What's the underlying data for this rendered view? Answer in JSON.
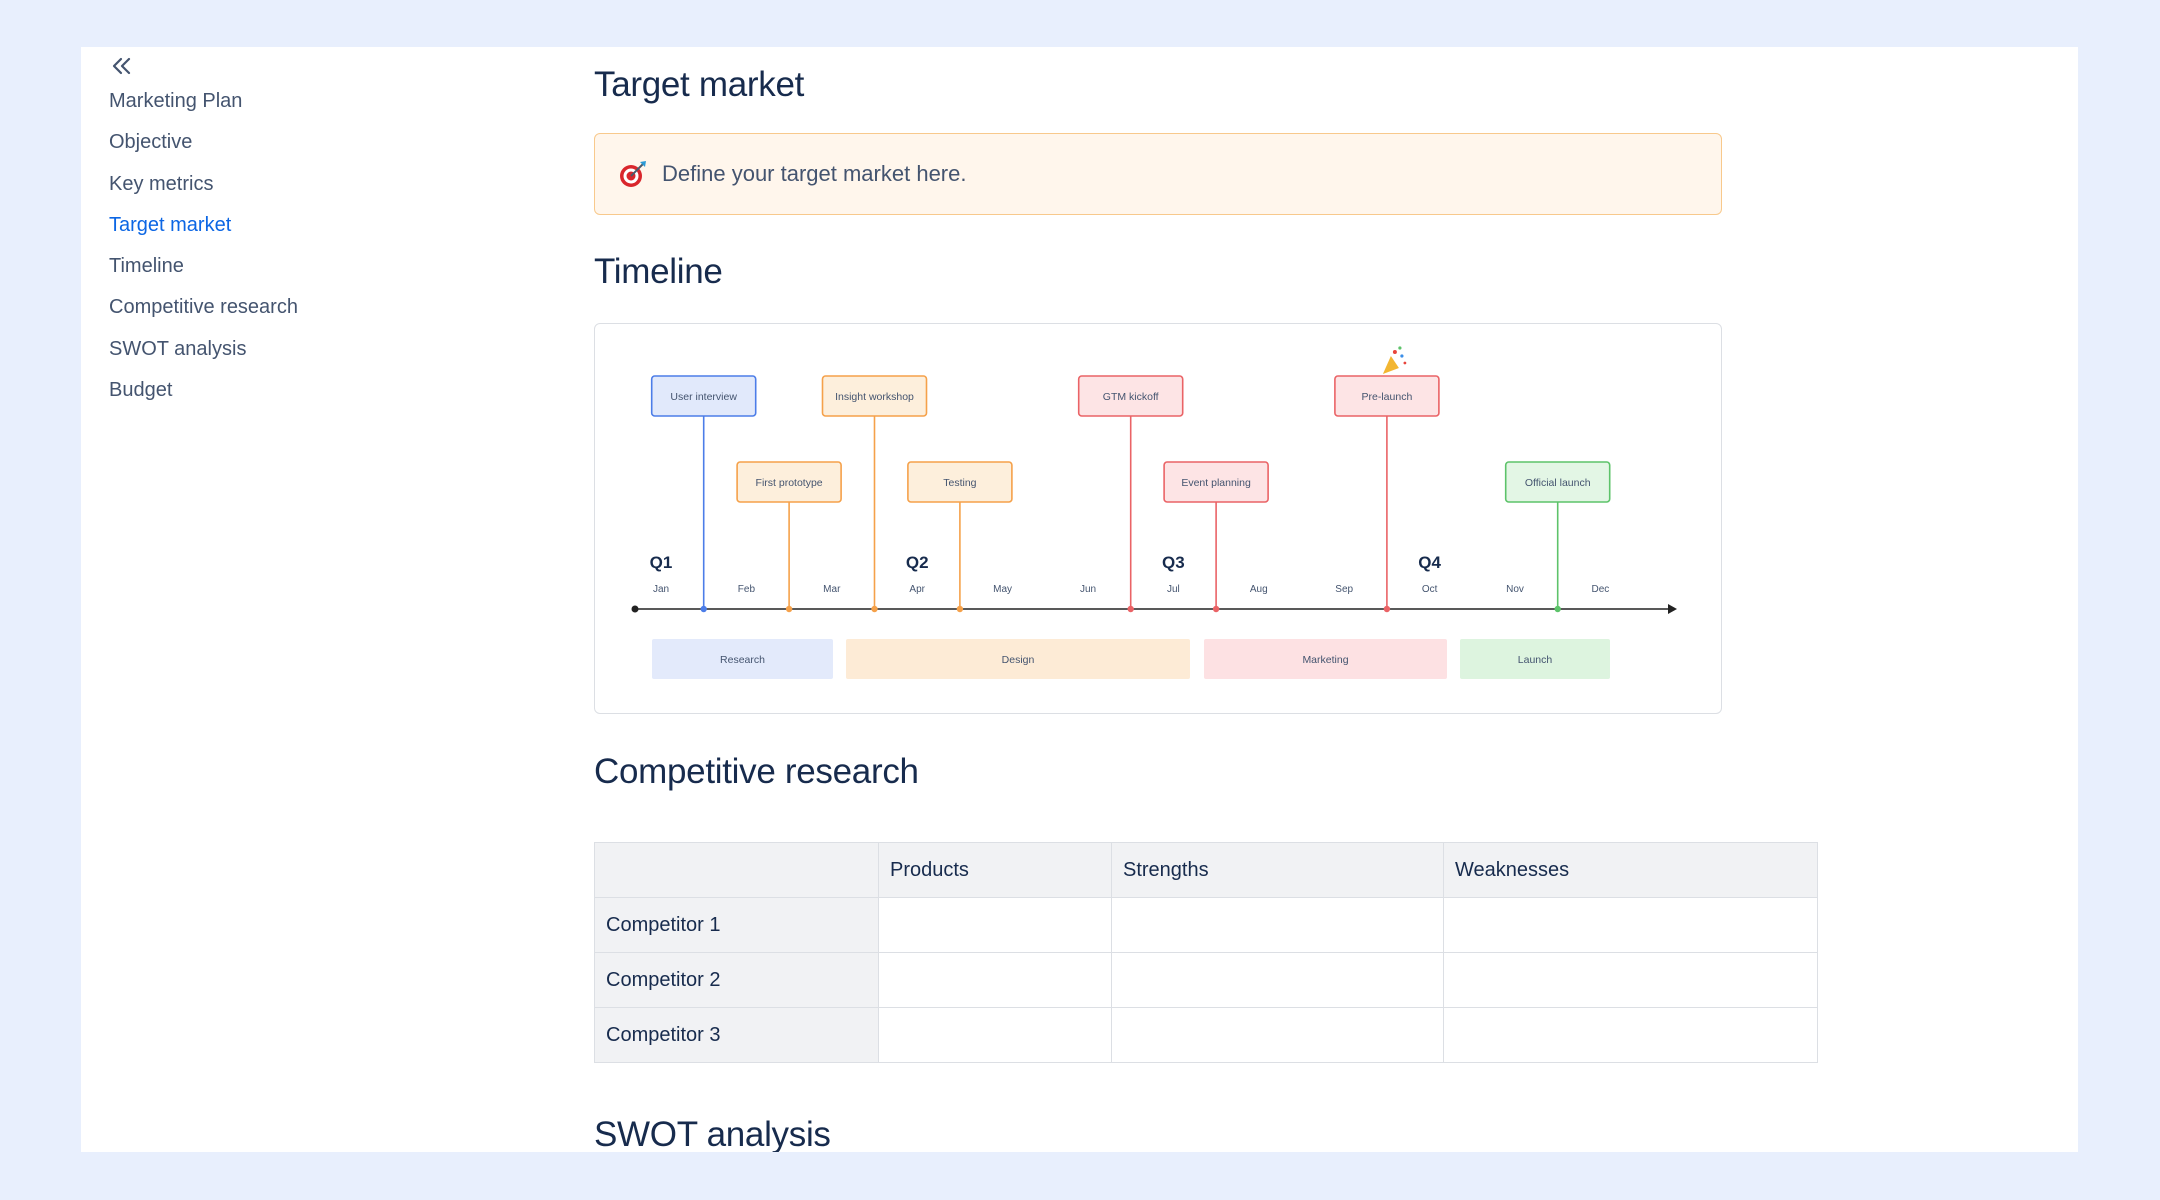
{
  "sidebar": {
    "collapse_icon": "double-chevron-left-icon",
    "items": [
      {
        "label": "Marketing Plan",
        "active": false
      },
      {
        "label": "Objective",
        "active": false
      },
      {
        "label": "Key metrics",
        "active": false
      },
      {
        "label": "Target market",
        "active": true
      },
      {
        "label": "Timeline",
        "active": false
      },
      {
        "label": "Competitive research",
        "active": false
      },
      {
        "label": "SWOT analysis",
        "active": false
      },
      {
        "label": "Budget",
        "active": false
      }
    ]
  },
  "sections": {
    "target_market": {
      "title": "Target market",
      "panel_icon": "target-icon",
      "panel_text": "Define your target market here."
    },
    "timeline": {
      "title": "Timeline",
      "quarters": [
        "Q1",
        "Q2",
        "Q3",
        "Q4"
      ],
      "months": [
        "Jan",
        "Feb",
        "Mar",
        "Apr",
        "May",
        "Jun",
        "Jul",
        "Aug",
        "Sep",
        "Oct",
        "Nov",
        "Dec"
      ],
      "milestones": [
        {
          "label": "User interview",
          "month": "Feb",
          "row": 1,
          "color": "#4c7de8",
          "fill": "#e1e9fb"
        },
        {
          "label": "First prototype",
          "month": "Mar",
          "row": 2,
          "color": "#f5a14a",
          "fill": "#fdefdc"
        },
        {
          "label": "Insight workshop",
          "month": "Apr",
          "row": 1,
          "color": "#f5a14a",
          "fill": "#fdefdc"
        },
        {
          "label": "Testing",
          "month": "May",
          "row": 2,
          "color": "#f5a14a",
          "fill": "#fdefdc"
        },
        {
          "label": "GTM kickoff",
          "month": "Jul",
          "row": 1,
          "color": "#ea6366",
          "fill": "#fde4e5"
        },
        {
          "label": "Event planning",
          "month": "Aug",
          "row": 2,
          "color": "#ea6366",
          "fill": "#fde4e5"
        },
        {
          "label": "Pre-launch",
          "month": "Oct",
          "row": 1,
          "color": "#ea6366",
          "fill": "#fde4e5",
          "icon": "party-popper-icon"
        },
        {
          "label": "Official launch",
          "month": "Dec",
          "row": 2,
          "color": "#5dc36a",
          "fill": "#e3f6e5"
        }
      ],
      "phases": [
        {
          "label": "Research",
          "fill": "#e3eafb"
        },
        {
          "label": "Design",
          "fill": "#fdebd6"
        },
        {
          "label": "Marketing",
          "fill": "#fde1e3"
        },
        {
          "label": "Launch",
          "fill": "#ddf4df"
        }
      ]
    },
    "competitive_research": {
      "title": "Competitive research",
      "columns": [
        "",
        "Products",
        "Strengths",
        "Weaknesses"
      ],
      "rows": [
        [
          "Competitor 1",
          "",
          "",
          ""
        ],
        [
          "Competitor 2",
          "",
          "",
          ""
        ],
        [
          "Competitor 3",
          "",
          "",
          ""
        ]
      ]
    },
    "swot": {
      "title": "SWOT analysis"
    }
  }
}
